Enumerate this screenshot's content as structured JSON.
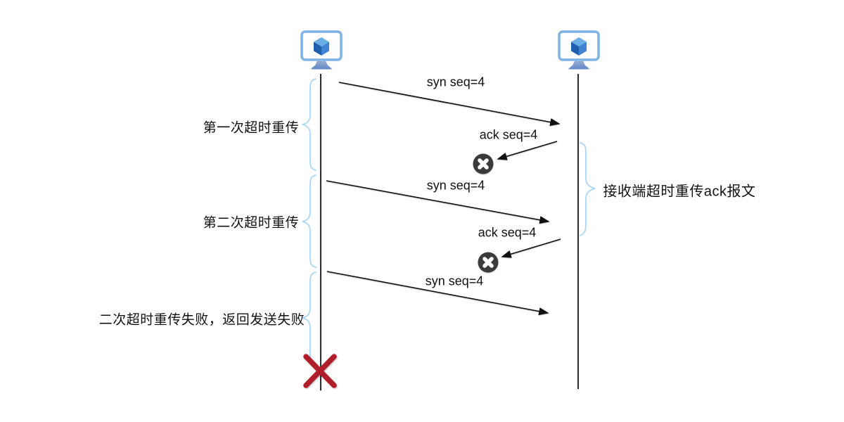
{
  "diagram": {
    "title_hint": "TCP timeout retransmission sequence diagram",
    "messages": [
      {
        "id": "syn-1",
        "text": "syn seq=4",
        "direction": "sender-to-receiver"
      },
      {
        "id": "ack-1",
        "text": "ack seq=4",
        "direction": "receiver-to-sender",
        "lost": true
      },
      {
        "id": "syn-2",
        "text": "syn seq=4",
        "direction": "sender-to-receiver"
      },
      {
        "id": "ack-2",
        "text": "ack seq=4",
        "direction": "receiver-to-sender",
        "lost": true
      },
      {
        "id": "syn-3",
        "text": "syn seq=4",
        "direction": "sender-to-receiver"
      }
    ],
    "annotations": {
      "first_retry": "第一次超时重传",
      "second_retry": "第二次超时重传",
      "final_fail": "二次超时重传失败，返回发送失败",
      "receiver_note": "接收端超时重传ack报文"
    },
    "colors": {
      "arrow": "#111111",
      "lifeline": "#2f2f2f",
      "brace": "#a9d7f5",
      "loss_badge": "#3b3b3b",
      "fail_cross": "#b11e2b",
      "monitor_frame": "#7fb2e5",
      "cube_top": "#69afe6",
      "cube_left": "#1f5fad",
      "cube_right": "#3f83d2"
    }
  }
}
